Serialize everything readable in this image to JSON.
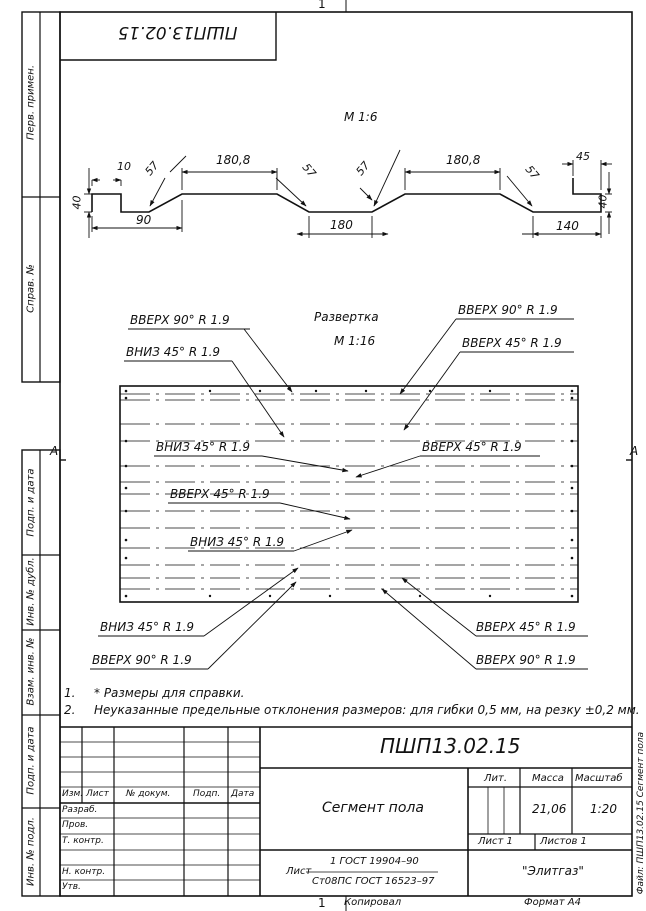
{
  "header": {
    "top_sheet_number": "1",
    "mirrored_designation": "ПШП13.02.15"
  },
  "side_labels": {
    "first_use": "Перв. примен.",
    "reference_no": "Справ. №",
    "sign_date_1": "Подп. и дата",
    "dup_inv_no": "Инв. № дубл.",
    "replace_inv_no": "Взам. инв. №",
    "sign_date_2": "Подп. и дата",
    "orig_inv_no": "Инв. № подл."
  },
  "section_marks": {
    "left": "А",
    "right": "А"
  },
  "profile": {
    "scale": "М 1:6",
    "dims": {
      "h_left": "40",
      "d10": "10",
      "d57a": "57",
      "d180_8a": "180,8",
      "d57b": "57",
      "d57c": "57",
      "d180_8b": "180,8",
      "d57d": "57",
      "d45": "45",
      "h_right": "40",
      "d90": "90",
      "d180": "180",
      "d140": "140"
    }
  },
  "development": {
    "title": "Развертка",
    "scale": "М 1:16",
    "notes": {
      "up90_tl": "ВВЕРХ 90° R 1.9",
      "down45_l1": "ВНИЗ 45° R 1.9",
      "up90_tr": "ВВЕРХ 90° R 1.9",
      "up45_tr": "ВВЕРХ 45° R 1.9",
      "down45_m1": "ВНИЗ 45° R 1.9",
      "up45_m1": "ВВЕРХ 45° R 1.9",
      "up45_m2": "ВВЕРХ 45° R 1.9",
      "down45_m2": "ВНИЗ 45° R 1.9",
      "down45_bl": "ВНИЗ 45° R 1.9",
      "up90_bl": "ВВЕРХ 90° R 1.9",
      "up45_br": "ВВЕРХ 45° R 1.9",
      "up90_br": "ВВЕРХ 90° R 1.9"
    }
  },
  "tech_notes": [
    {
      "num": "1.",
      "text": "* Размеры для справки."
    },
    {
      "num": "2.",
      "text": "Неуказанные предельные отклонения размеров: для гибки 0,5 мм, на резку ±0,2 мм."
    }
  ],
  "title_block": {
    "designation": "ПШП13.02.15",
    "name": "Сегмент пола",
    "headers": {
      "izm": "Изм.",
      "list": "Лист",
      "doc_no": "№ докум.",
      "sign": "Подп.",
      "date": "Дата"
    },
    "roles": {
      "developed": "Разраб.",
      "checked": "Пров.",
      "tech_control": "Т. контр.",
      "norm_control": "Н. контр.",
      "approved": "Утв."
    },
    "lit_label": "Лит.",
    "mass_label": "Масса",
    "scale_label": "Масштаб",
    "mass_value": "21,06",
    "scale_value": "1:20",
    "sheet_label": "Лист 1",
    "sheets_label": "Листов 1",
    "material_prefix": "Лист",
    "material_line1": "1 ГОСТ 19904–90",
    "material_line2": "Ст08ПС ГОСТ 16523–97",
    "company": "\"Элитгаз\""
  },
  "footer": {
    "sheet_number": "1",
    "copied": "Копировал",
    "format": "Формат А4",
    "file_label": "Файл: ПШП13.02.15 Сегмент пола"
  }
}
